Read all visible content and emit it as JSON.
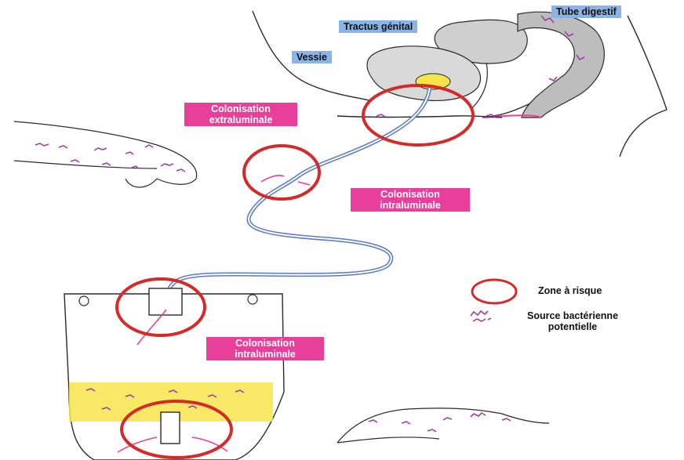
{
  "colors": {
    "risk_circle": "#d42a2a",
    "label_pink": "#e8409a",
    "label_blue": "#8ab4e6",
    "tube_blue": "#5a78c8",
    "bag_yellow": "#f6e54a",
    "bacteria_purple": "#9b3fa8",
    "outline": "#2a2a2a"
  },
  "labels": {
    "tube_digestif": "Tube digestif",
    "tractus_genital": "Tractus génital",
    "vessie": "Vessie",
    "colonisation_extraluminale": [
      "Colonisation",
      "extraluminale"
    ],
    "colonisation_intraluminale_1": [
      "Colonisation",
      "intraluminale"
    ],
    "colonisation_intraluminale_2": [
      "Colonisation",
      "intraluminale"
    ]
  },
  "legend": {
    "zone_risque": "Zone à risque",
    "source_bacterienne": [
      "Source bactérienne",
      "potentielle"
    ]
  }
}
